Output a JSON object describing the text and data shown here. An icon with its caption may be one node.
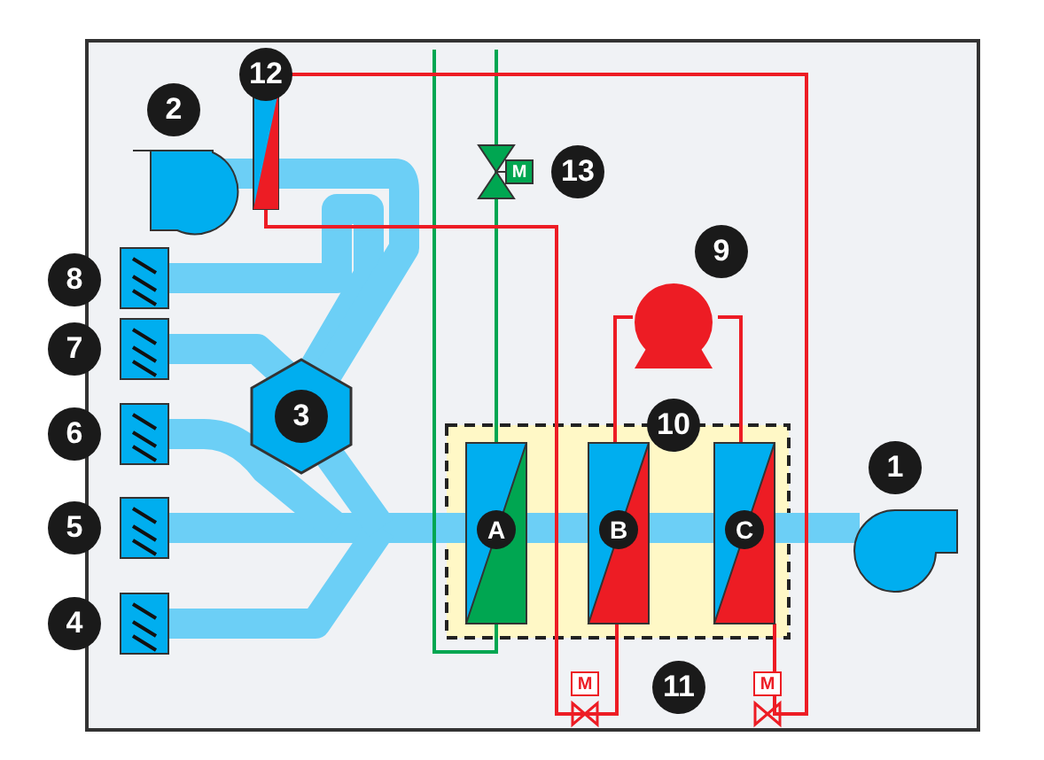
{
  "diagram": {
    "labels": [
      "12",
      "2",
      "13",
      "M",
      "9",
      "8",
      "7",
      "3",
      "10",
      "6",
      "1",
      "5",
      "A",
      "B",
      "C",
      "4",
      "M",
      "11",
      "M"
    ]
  }
}
